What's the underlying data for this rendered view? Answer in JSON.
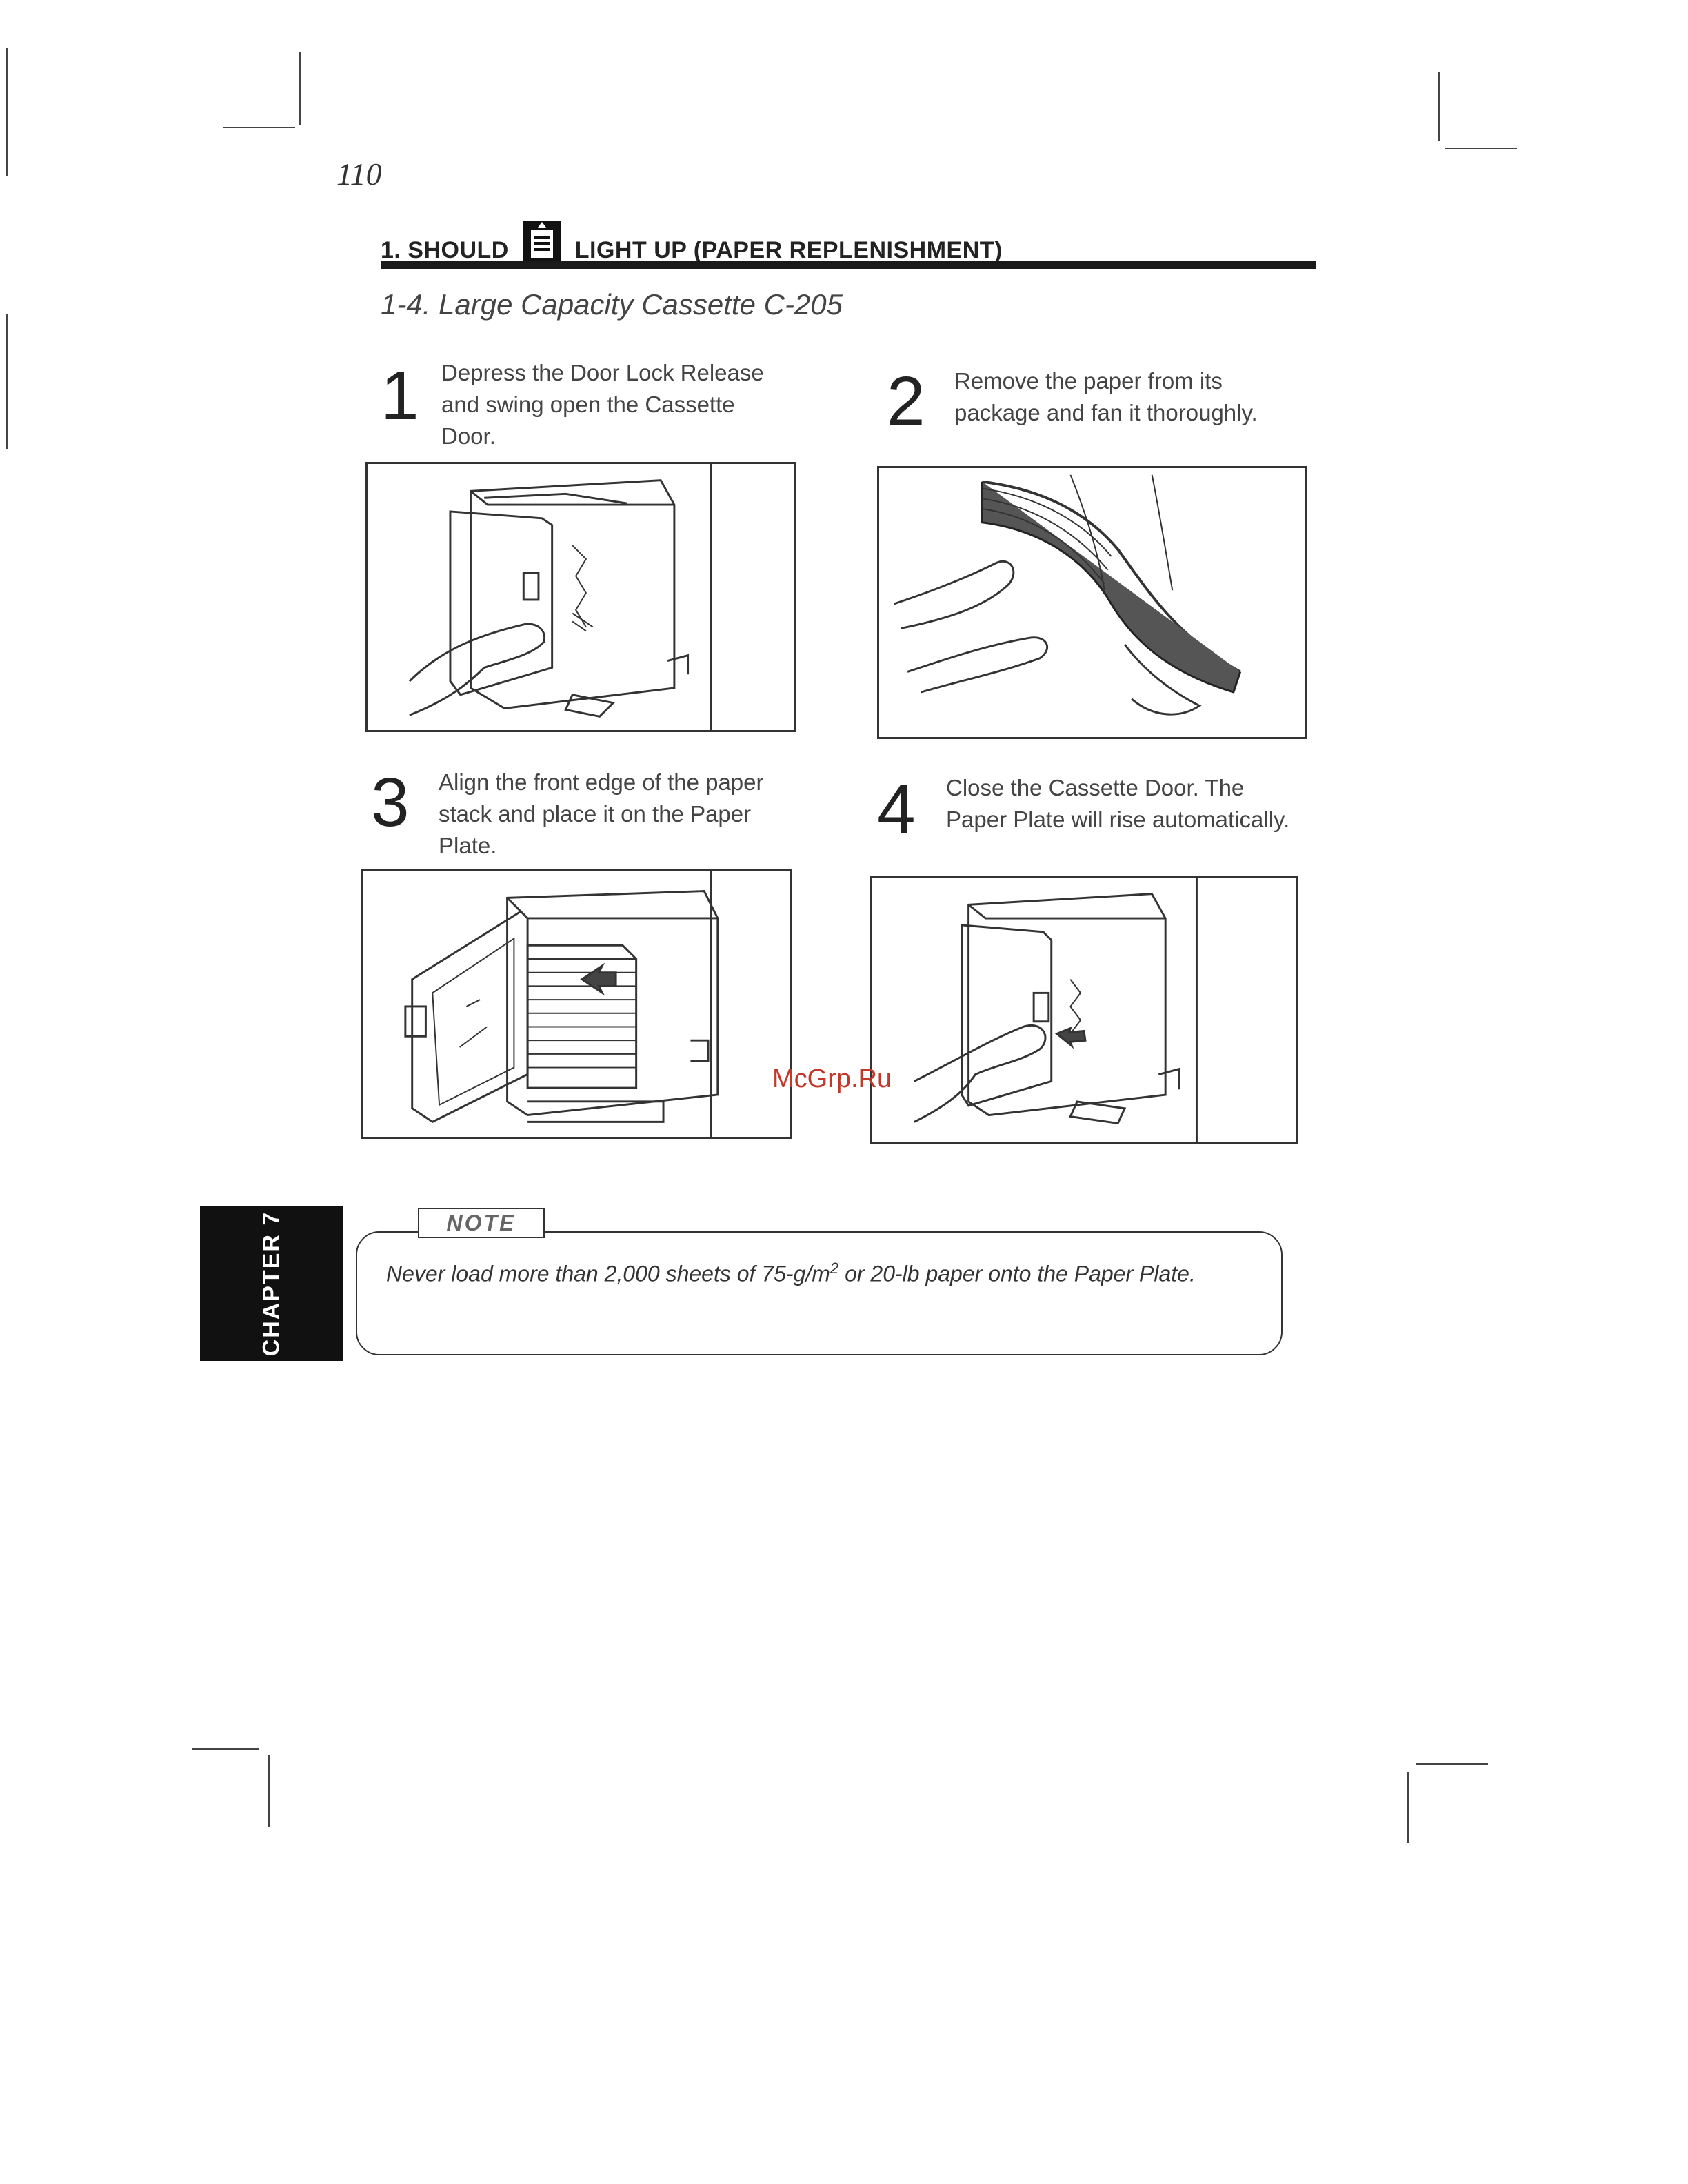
{
  "page_number": "110",
  "header": {
    "prefix": "1. SHOULD",
    "icon": "paper-replenish-icon",
    "suffix": "LIGHT UP (PAPER REPLENISHMENT)"
  },
  "section_title": "1-4. Large Capacity Cassette C-205",
  "steps": [
    {
      "number": "1",
      "text": "Depress the Door Lock Release and swing open the Cassette Door.",
      "figure": "cassette-door-open-figure"
    },
    {
      "number": "2",
      "text": "Remove the paper from its package and fan it thoroughly.",
      "figure": "fan-paper-figure"
    },
    {
      "number": "3",
      "text": "Align the front edge of the paper stack and place it on the Paper Plate.",
      "figure": "load-paper-stack-figure"
    },
    {
      "number": "4",
      "text": "Close the Cassette Door. The Paper Plate will rise automatically.",
      "figure": "close-cassette-door-figure"
    }
  ],
  "chapter_tab": "CHAPTER 7",
  "note": {
    "label": "NOTE",
    "text_before_sup": "Never load more than 2,000 sheets of 75-g/m",
    "sup": "2",
    "text_after_sup": " or 20-lb paper onto the Paper Plate."
  },
  "watermark": "McGrp.Ru"
}
